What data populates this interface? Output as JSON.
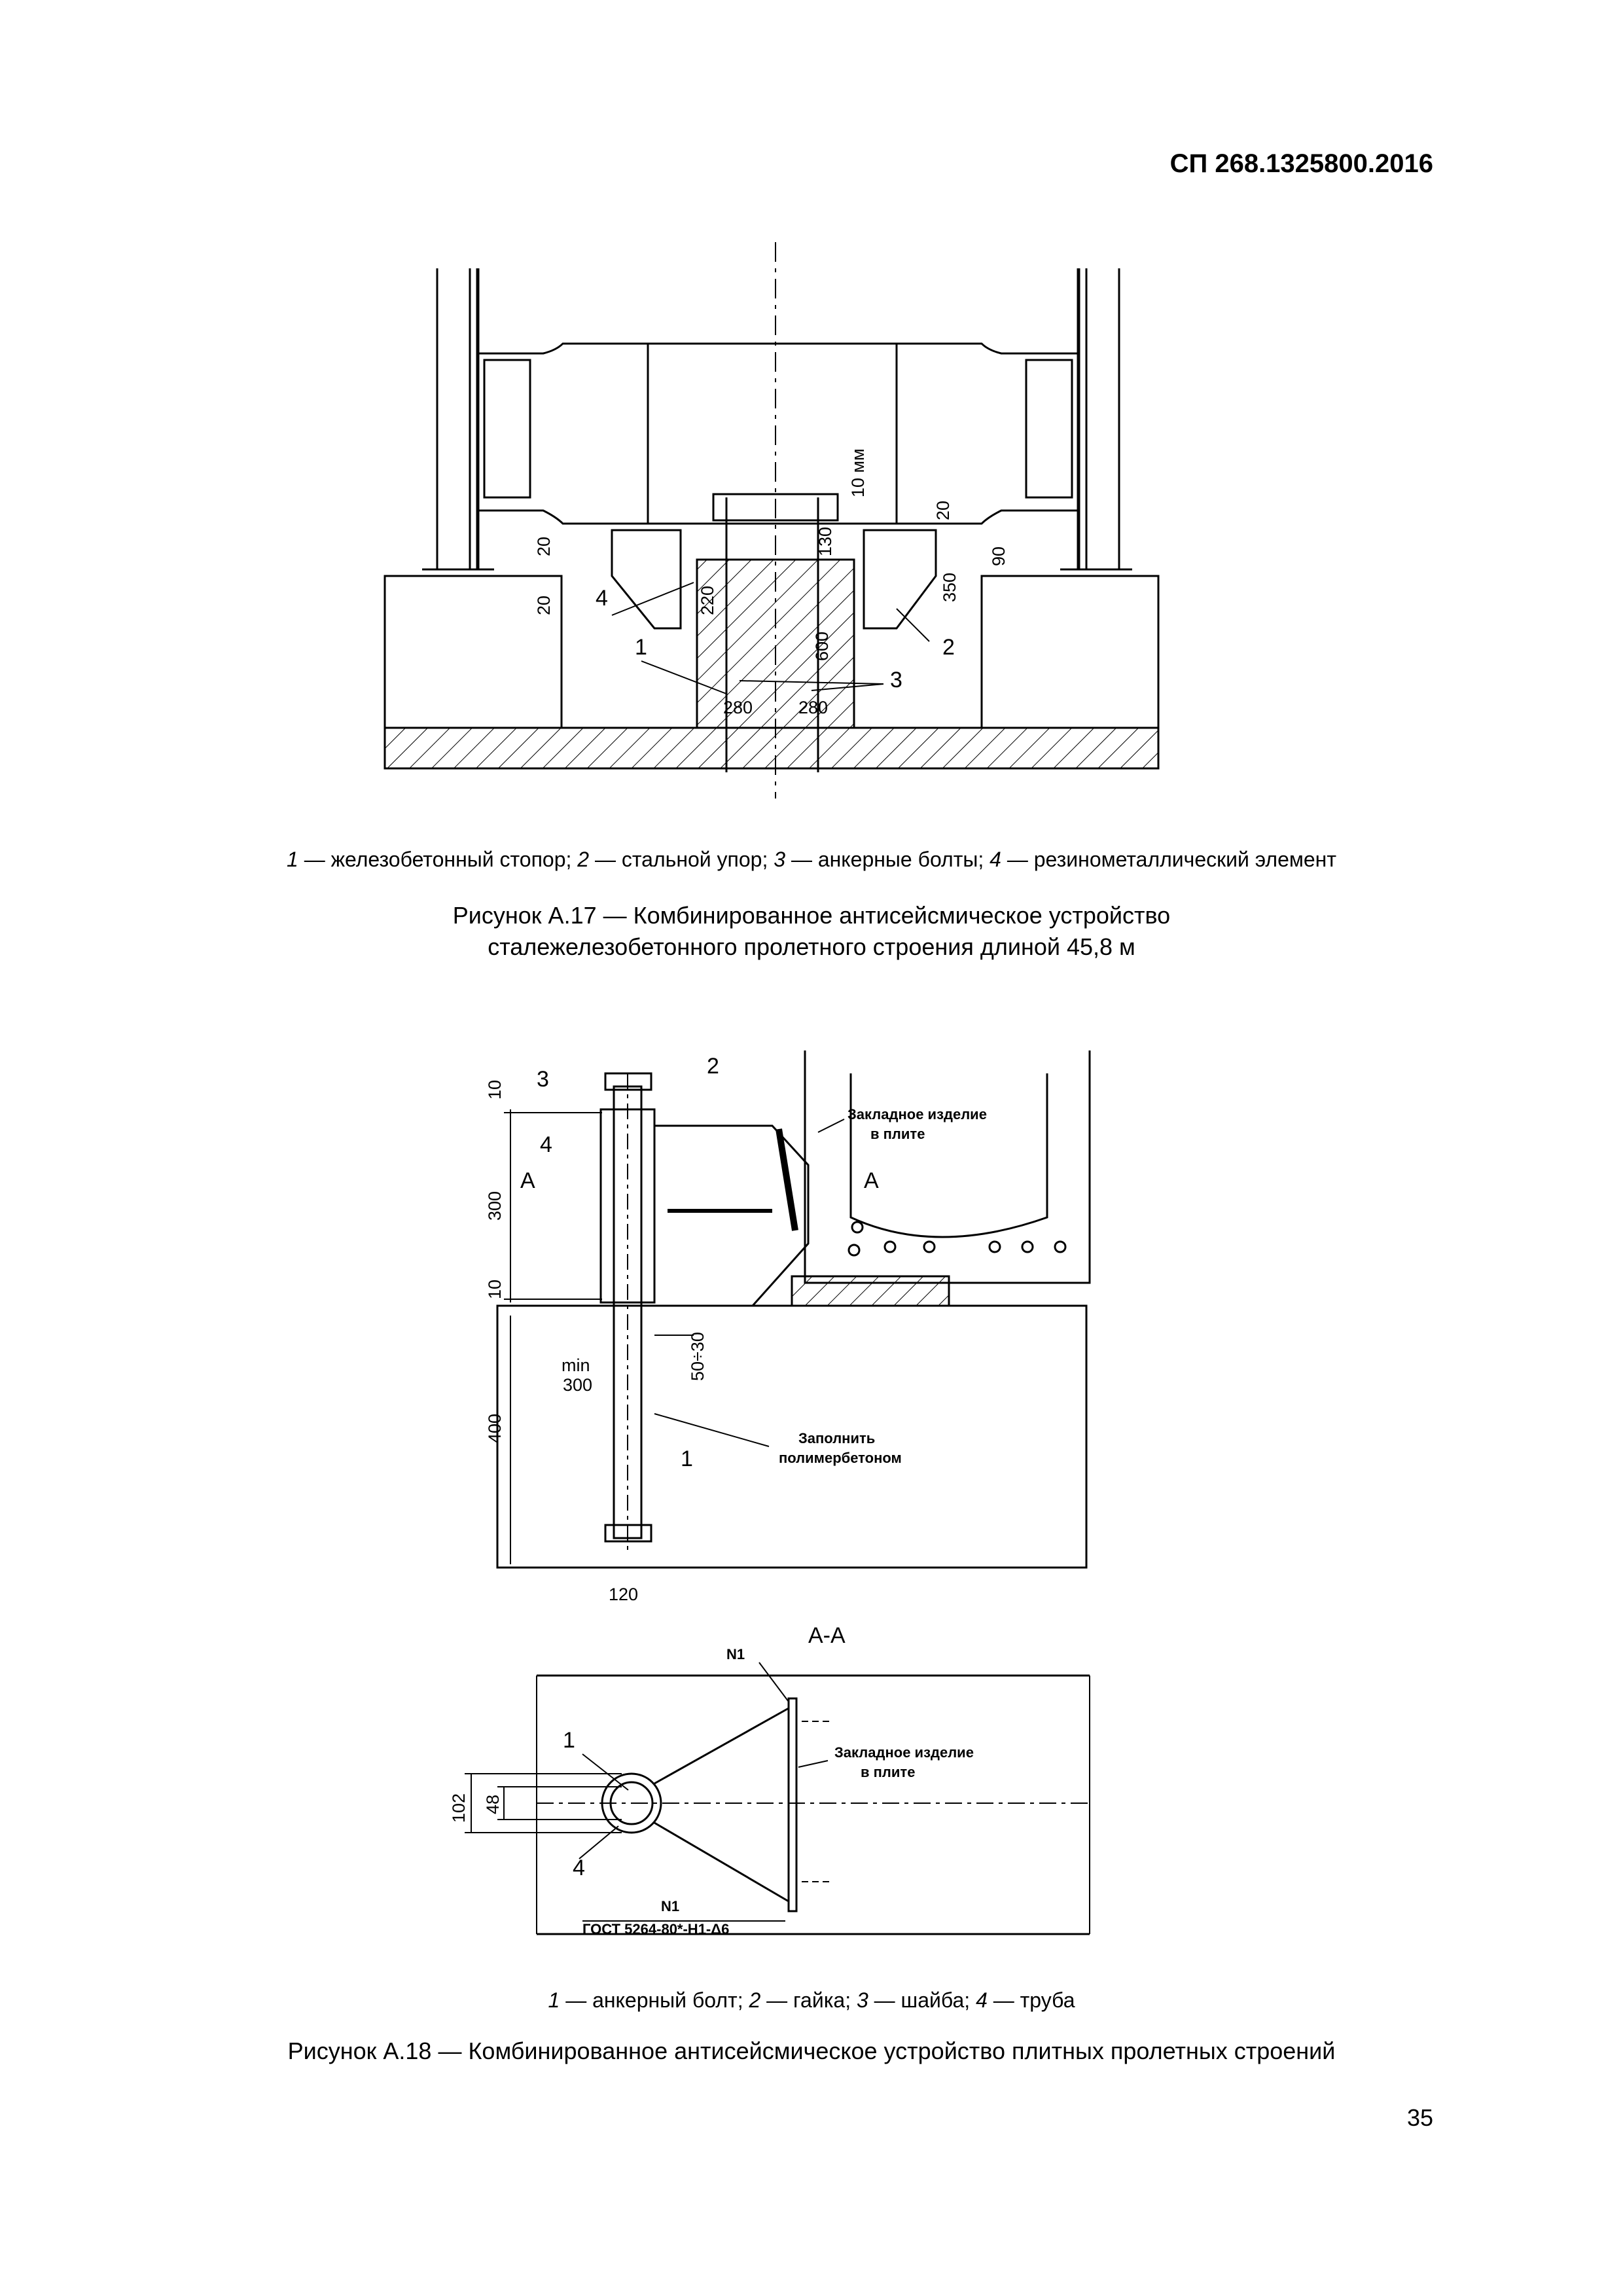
{
  "header": {
    "doc_code": "СП 268.1325800.2016"
  },
  "figure17": {
    "legend": [
      {
        "num": "1",
        "text": " — железобетонный стопор; "
      },
      {
        "num": "2",
        "text": " — стальной упор; "
      },
      {
        "num": "3",
        "text": " — анкерные болты; "
      },
      {
        "num": "4",
        "text": " — резинометаллический элемент"
      }
    ],
    "caption_line1": "Рисунок А.17 — Комбинированное антисейсмическое устройство",
    "caption_line2": "сталежелезобетонного пролетного строения длиной 45,8 м",
    "drawing": {
      "callouts": [
        "1",
        "2",
        "3",
        "4"
      ],
      "dims": [
        "20",
        "20",
        "220",
        "10 мм",
        "130",
        "20",
        "90",
        "350",
        "600",
        "280",
        "280"
      ]
    }
  },
  "figure18": {
    "legend": [
      {
        "num": "1",
        "text": " — анкерный болт; "
      },
      {
        "num": "2",
        "text": " — гайка; "
      },
      {
        "num": "3",
        "text": " — шайба; "
      },
      {
        "num": "4",
        "text": " — труба"
      }
    ],
    "caption": "Рисунок А.18 — Комбинированное антисейсмическое устройство плитных пролетных строений",
    "elevation": {
      "callouts": [
        "3",
        "2",
        "4",
        "1"
      ],
      "dims": [
        "10",
        "300",
        "10",
        "400",
        "min",
        "300",
        "50÷30",
        "120"
      ],
      "section_marks": [
        "А",
        "А"
      ],
      "notes": [
        "Закладное изделие",
        "в плите",
        "Заполнить",
        "полимербетоном"
      ]
    },
    "section": {
      "title": "А-А",
      "callouts": [
        "1",
        "4"
      ],
      "dims": [
        "102",
        "48"
      ],
      "tags": [
        "N1",
        "N1"
      ],
      "notes": [
        "Закладное изделие",
        "в плите"
      ],
      "standard": "ГОСТ 5264-80*-Н1-Δ6"
    }
  },
  "page_number": "35"
}
